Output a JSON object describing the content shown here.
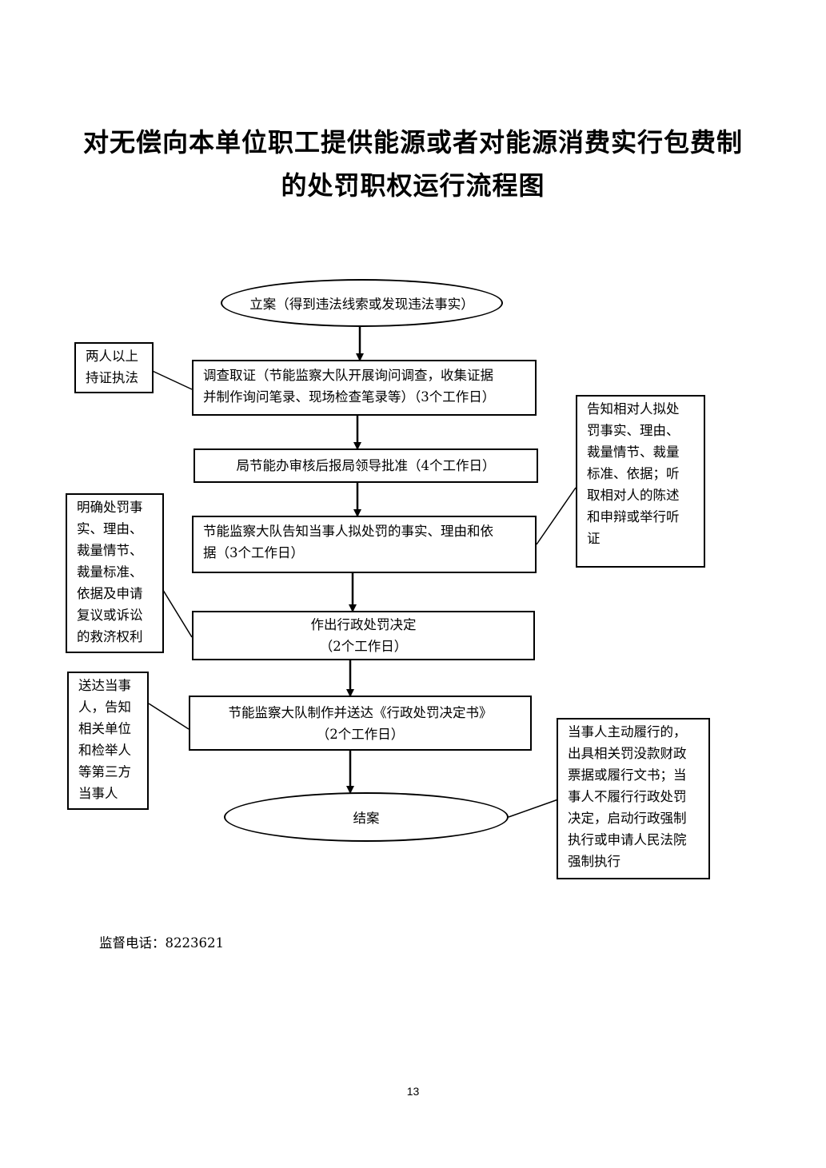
{
  "title": {
    "line1": "对无偿向本单位职工提供能源或者对能源消费实行包费制",
    "line2": "的处罚职权运行流程图"
  },
  "flow": {
    "start": "立案（得到违法线索或发现违法事实）",
    "step1": {
      "line1": "调查取证（节能监察大队开展询问调查，收集证据",
      "line2": "并制作询问笔录、现场检查笔录等）（3个工作日）"
    },
    "step2": "局节能办审核后报局领导批准（4个工作日）",
    "step3": {
      "line1": "节能监察大队告知当事人拟处罚的事实、理由和依",
      "line2": "据（3个工作日）"
    },
    "step4": {
      "line1": "作出行政处罚决定",
      "line2": "（2个工作日）"
    },
    "step5": {
      "line1": "节能监察大队制作并送达《行政处罚决定书》",
      "line2": "（2个工作日）"
    },
    "end": "结案"
  },
  "notes": {
    "n1": [
      "两人以上",
      "持证执法"
    ],
    "n2": [
      "明确处罚事",
      "实、理由、",
      "裁量情节、",
      "裁量标准、",
      "依据及申请",
      "复议或诉讼",
      "的救济权利"
    ],
    "n3": [
      "送达当事",
      "人，告知",
      "相关单位",
      "和检举人",
      "等第三方",
      "当事人"
    ],
    "n4": [
      "告知相对人拟处",
      "罚事实、理由、",
      "裁量情节、裁量",
      "标准、依据；听",
      "取相对人的陈述",
      "和申辩或举行听",
      "证"
    ],
    "n5": [
      "当事人主动履行的，",
      "出具相关罚没款财政",
      "票据或履行文书；当",
      "事人不履行行政处罚",
      "决定，启动行政强制",
      "执行或申请人民法院",
      "强制执行"
    ]
  },
  "footer": {
    "label": "监督电话：",
    "phone": "8223621"
  },
  "page_number": "13"
}
